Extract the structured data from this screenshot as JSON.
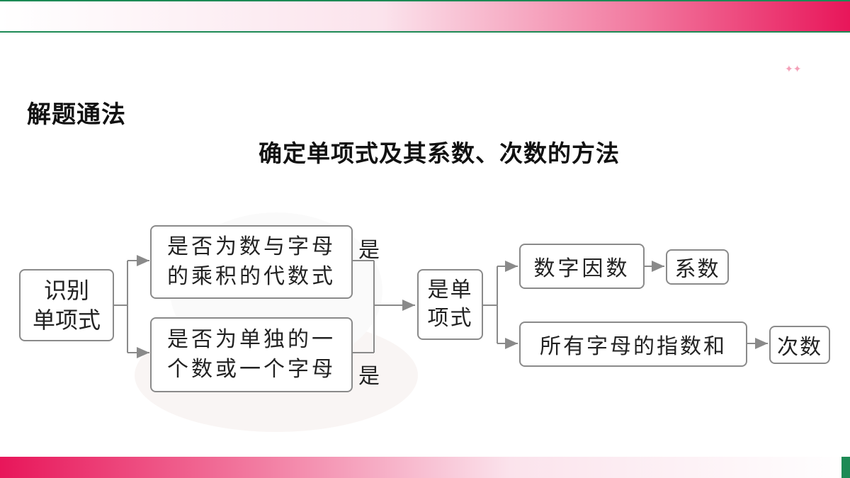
{
  "header": {
    "section_title": "解题通法"
  },
  "diagram": {
    "title": "确定单项式及其系数、次数的方法",
    "start_node": {
      "line1": "识别",
      "line2": "单项式"
    },
    "condition_1": {
      "line1": "是否为数与字母",
      "line2": "的乘积的代数式",
      "result": "是"
    },
    "condition_2": {
      "line1": "是否为单独的一",
      "line2": "个数或一个字母",
      "result": "是"
    },
    "mid_node": {
      "line1": "是单",
      "line2": "项式"
    },
    "branch_1": {
      "step": "数字因数",
      "result": "系数"
    },
    "branch_2": {
      "step": "所有字母的指数和",
      "result": "次数"
    }
  },
  "colors": {
    "accent_pink": "#e8165a",
    "accent_green": "#1d8a55",
    "box_border": "#8a8a8a",
    "connector": "#8a8a8a"
  }
}
